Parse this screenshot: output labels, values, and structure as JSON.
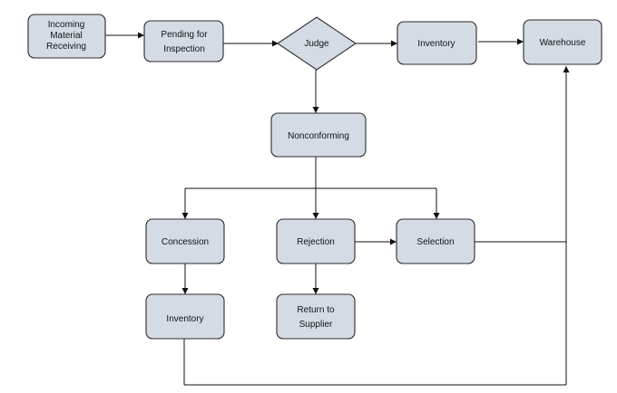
{
  "colors": {
    "box_fill": "#d5dbe5",
    "box_stroke": "#2b2b2b",
    "line": "#111111",
    "text": "#111111",
    "background": "#ffffff"
  },
  "nodes": {
    "incoming": [
      "Incoming",
      "Material",
      "Receiving"
    ],
    "pending": [
      "Pending for",
      "Inspection"
    ],
    "judge": [
      "Judge"
    ],
    "inventory_top": [
      "Inventory"
    ],
    "warehouse": [
      "Warehouse"
    ],
    "nonconforming": [
      "Nonconforming"
    ],
    "concession": [
      "Concession"
    ],
    "rejection": [
      "Rejection"
    ],
    "selection": [
      "Selection"
    ],
    "inventory_bottom": [
      "Inventory"
    ],
    "return_supplier": [
      "Return to",
      "Supplier"
    ]
  }
}
